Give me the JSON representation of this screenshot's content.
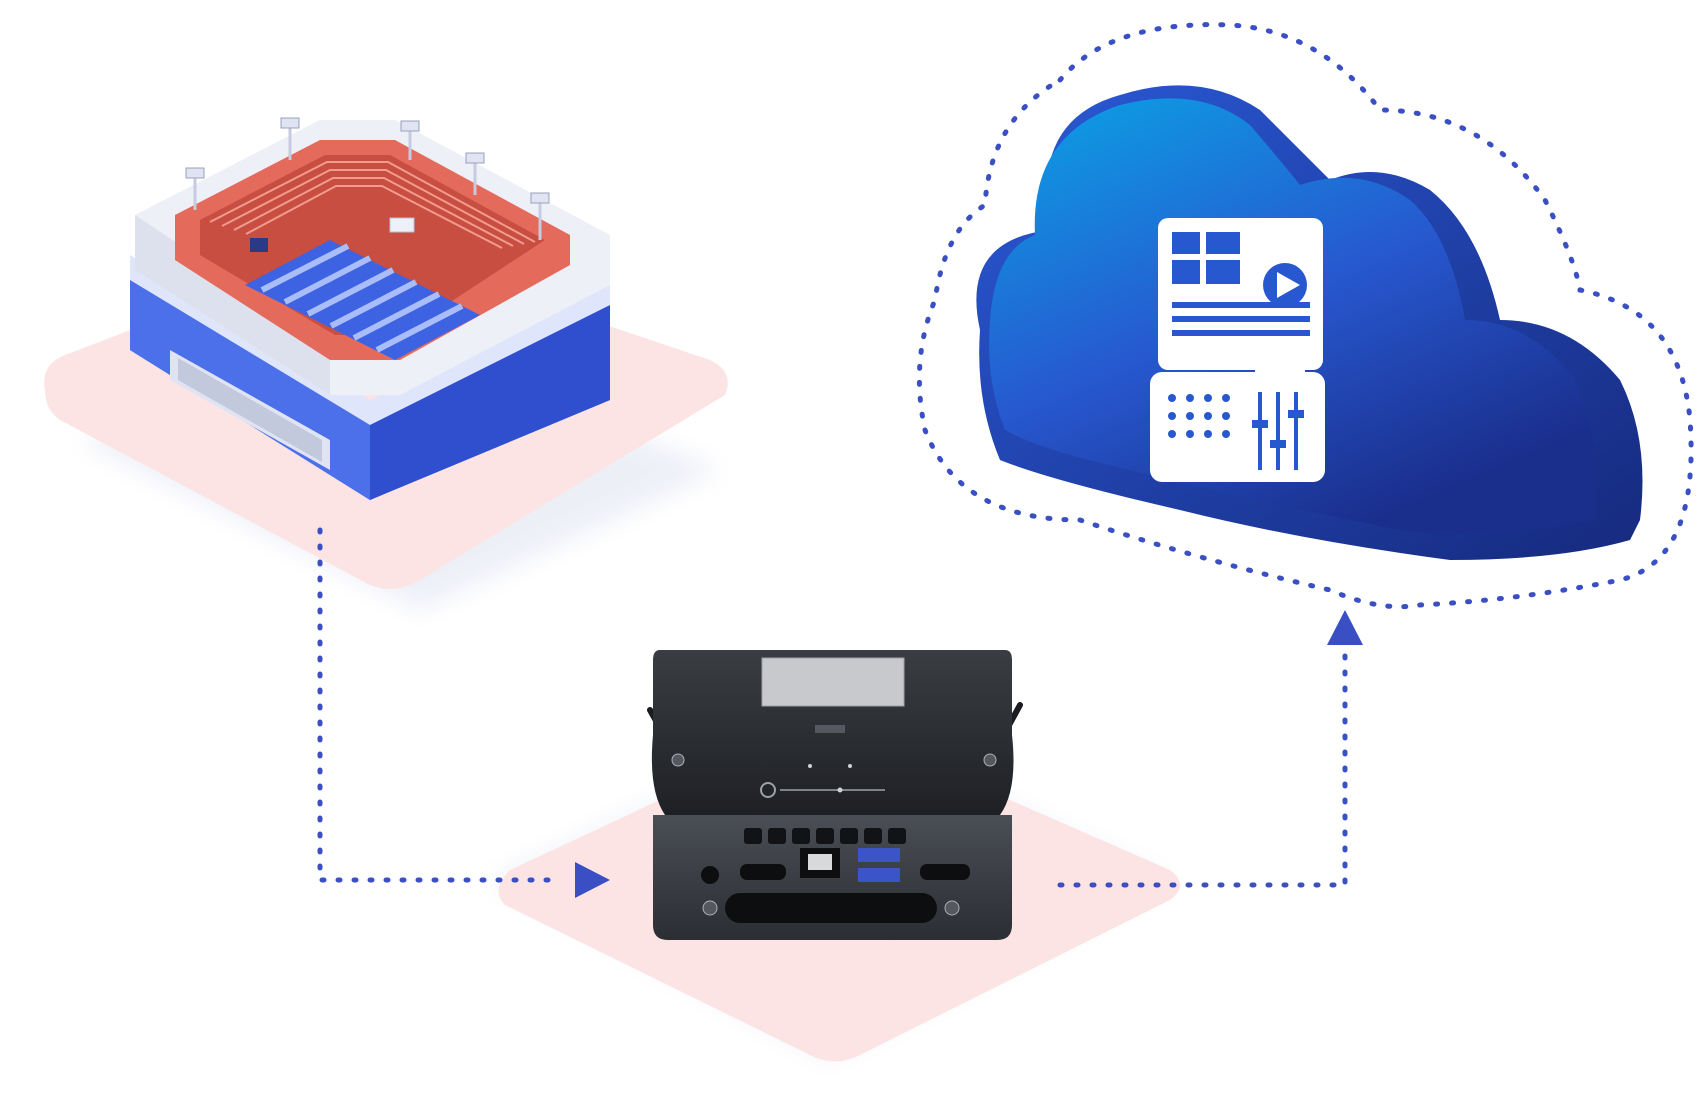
{
  "diagram": {
    "nodes": [
      {
        "id": "stadium",
        "icon": "stadium-icon"
      },
      {
        "id": "edge_device",
        "icon": "mini-pc-device-icon"
      },
      {
        "id": "cloud",
        "icon": "cloud-production-console-icon"
      }
    ],
    "edges": [
      {
        "from": "stadium",
        "to": "edge_device",
        "style": "dotted",
        "arrow": "end"
      },
      {
        "from": "edge_device",
        "to": "cloud",
        "style": "dotted",
        "arrow": "end"
      }
    ],
    "cloud_boundary": {
      "style": "dotted"
    }
  },
  "colors": {
    "connector": "#3a4fc4",
    "platform": "#fde4e4",
    "stadium_blue": "#3d5ee0",
    "stadium_red": "#e46a5c",
    "cloud_light": "#0aa4e6",
    "cloud_dark": "#1f3aa8",
    "device_dark": "#2b2e33"
  }
}
